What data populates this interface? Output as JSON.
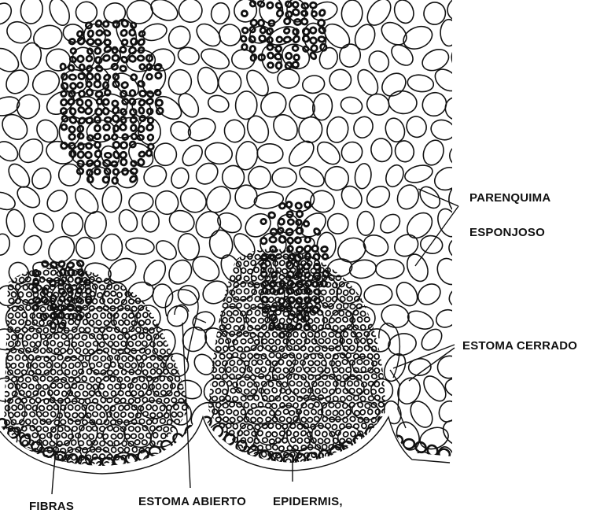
{
  "labels": {
    "parenquima": "PARENQUIMA",
    "esponjoso": "ESPONJOSO",
    "estoma_cerrado": "ESTOMA CERRADO",
    "fibras": "FIBRAS",
    "estoma_abierto": "ESTOMA ABIERTO",
    "epidermis": "EPIDERMIS,"
  },
  "colors": {
    "ink": "#111111",
    "background": "#ffffff"
  }
}
